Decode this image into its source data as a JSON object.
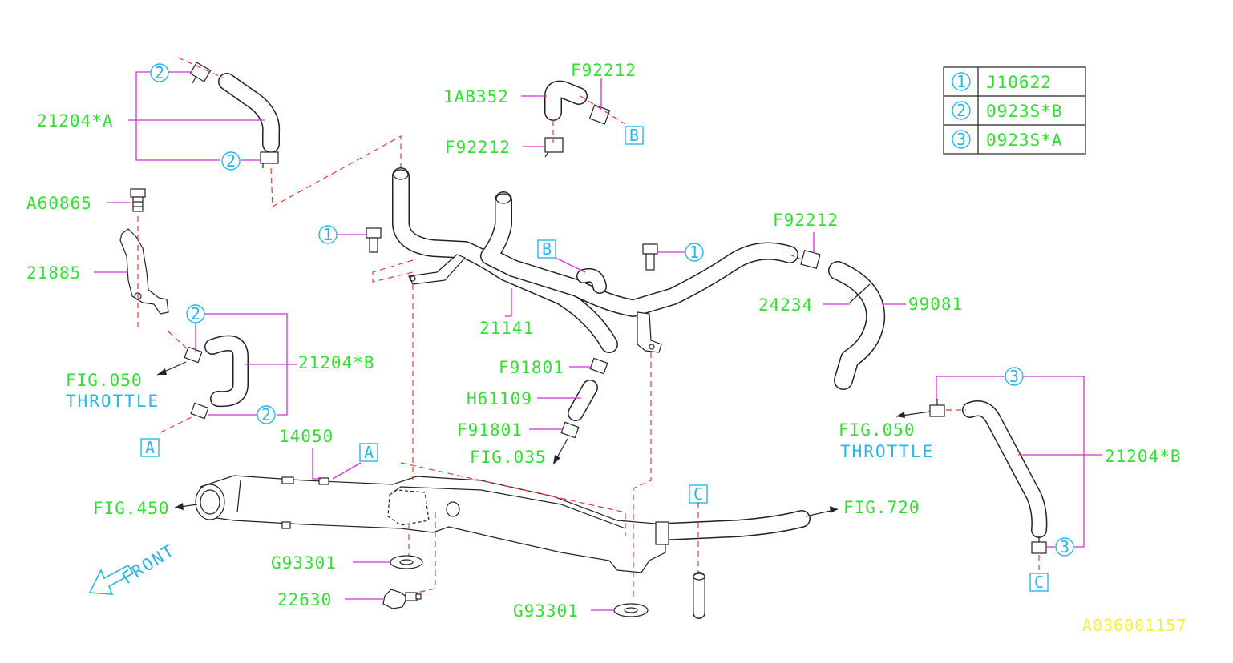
{
  "legend": {
    "rows": [
      {
        "ref": "1",
        "part": "J10622"
      },
      {
        "ref": "2",
        "part": "0923S*B"
      },
      {
        "ref": "3",
        "part": "0923S*A"
      }
    ]
  },
  "labels": {
    "p21204a": "21204*A",
    "a60865": "A60865",
    "p21885": "21885",
    "p1ab352": "1AB352",
    "f92212_top": "F92212",
    "f92212_mid": "F92212",
    "f92212_right": "F92212",
    "p21141": "21141",
    "p24234": "24234",
    "p99081": "99081",
    "f91801_a": "F91801",
    "h61109": "H61109",
    "f91801_b": "F91801",
    "p21204b_left": "21204*B",
    "p21204b_right": "21204*B",
    "p14050": "14050",
    "g93301_a": "G93301",
    "g93301_b": "G93301",
    "p22630": "22630"
  },
  "refs": {
    "fig050_left": "FIG.050",
    "throttle_left": "THROTTLE",
    "fig050_right": "FIG.050",
    "throttle_right": "THROTTLE",
    "fig035": "FIG.035",
    "fig450": "FIG.450",
    "fig720": "FIG.720",
    "front": "FRONT"
  },
  "callouts": {
    "c2_top": "2",
    "c2_mid": "2",
    "c1_left": "1",
    "c1_right": "1",
    "c2_left_upper": "2",
    "c2_left_lower": "2",
    "c3_upper": "3",
    "c3_lower": "3"
  },
  "boxes": {
    "b_top": "B",
    "b_mid": "B",
    "a_left": "A",
    "a_mid": "A",
    "c_mid": "C",
    "c_right": "C"
  },
  "image_code": "A036001157",
  "colors": {
    "part_numbers": "#33dd33",
    "references": "#29b6e6",
    "leaders": "#cc33cc",
    "centerlines": "#e53935",
    "image_code": "#f2f23a"
  }
}
